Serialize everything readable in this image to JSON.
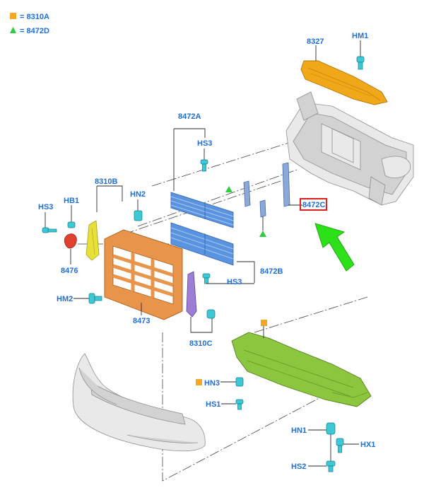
{
  "legend": {
    "square": {
      "label": "= 8310A",
      "color": "#f5a623"
    },
    "triangle": {
      "label": "= 8472D",
      "color": "#2ecc40"
    }
  },
  "labels": {
    "p8327": "8327",
    "hm1": "HM1",
    "p8472a": "8472A",
    "hs3_top": "HS3",
    "p8310b": "8310B",
    "hn2": "HN2",
    "hs3_left": "HS3",
    "hb1": "HB1",
    "p8476": "8476",
    "p8472c": "8472C",
    "p8472b": "8472B",
    "hs3_mid": "HS3",
    "hm2": "HM2",
    "p8473": "8473",
    "p8310c": "8310C",
    "hn3": "HN3",
    "hs1": "HS1",
    "hn1": "HN1",
    "hx1": "HX1",
    "hs2": "HS2"
  },
  "colors": {
    "label_text": "#1e6fd9",
    "deflector_8327": "#f0a818",
    "shutter_blue": "#5a93e0",
    "bracket_yellow": "#e8e03a",
    "grille_orange": "#e8944a",
    "bracket_purple": "#9b7fd4",
    "shield_green": "#8cc63f",
    "clip_cyan": "#3ec8d6",
    "part_red": "#e0402e",
    "highlight_box": "#e02020",
    "arrow_green": "#2ee01a"
  }
}
